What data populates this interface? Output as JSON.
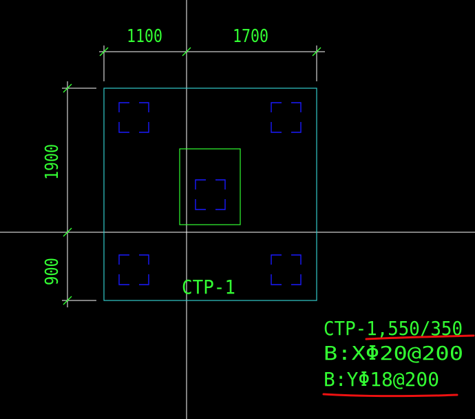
{
  "colors": {
    "background": "#000000",
    "crosshair": "#ffffff",
    "dimension": "#33ff33",
    "footing_outline": "#33cccc",
    "column": "#33ff33",
    "pile": "#1a1aff",
    "highlight": "#ee1111"
  },
  "dimensions": {
    "top_left": "1100",
    "top_right": "1700",
    "left_upper": "1900",
    "left_lower": "900"
  },
  "footing": {
    "label": "CTP-1"
  },
  "annotation": {
    "line1": "CTP-1,550/350",
    "line2": "B:XΦ20@200",
    "line3": "B:YΦ18@200"
  }
}
